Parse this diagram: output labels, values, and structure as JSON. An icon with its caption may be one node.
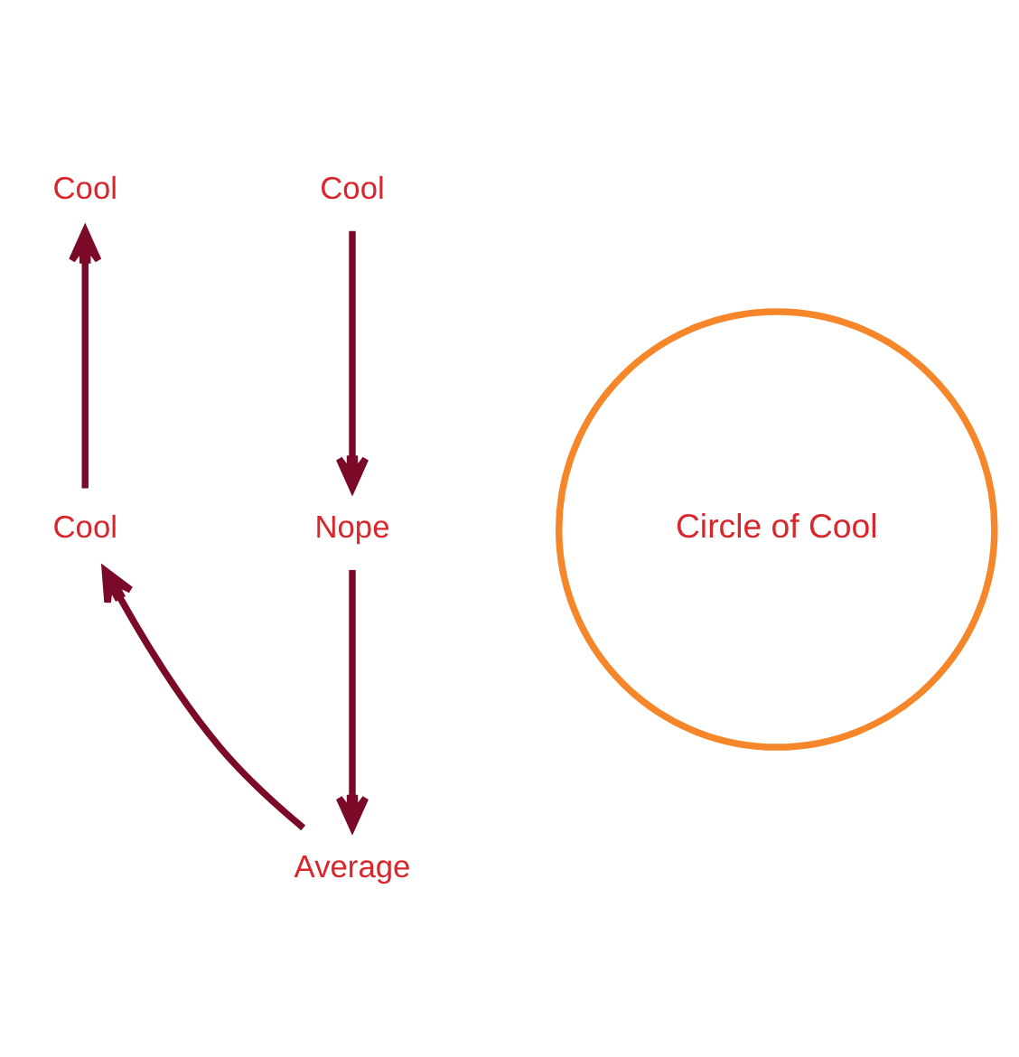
{
  "diagram": {
    "nodes": [
      {
        "text": [
          "Cool"
        ]
      },
      {
        "text": [
          "Cool"
        ]
      },
      {
        "text": [
          "Cool"
        ]
      },
      {
        "text": [
          "Circle of Cool"
        ]
      },
      {
        "text": [
          "Nope"
        ]
      },
      {
        "text": [
          "Average"
        ]
      }
    ],
    "edges": [
      {
        "from": 1,
        "to": 4,
        "arrow": "to"
      },
      {
        "from": 4,
        "to": 5,
        "arrow": "to"
      },
      {
        "from": 5,
        "to": 2,
        "arrow": "to"
      },
      {
        "from": 2,
        "to": 0,
        "arrow": "to"
      }
    ]
  }
}
